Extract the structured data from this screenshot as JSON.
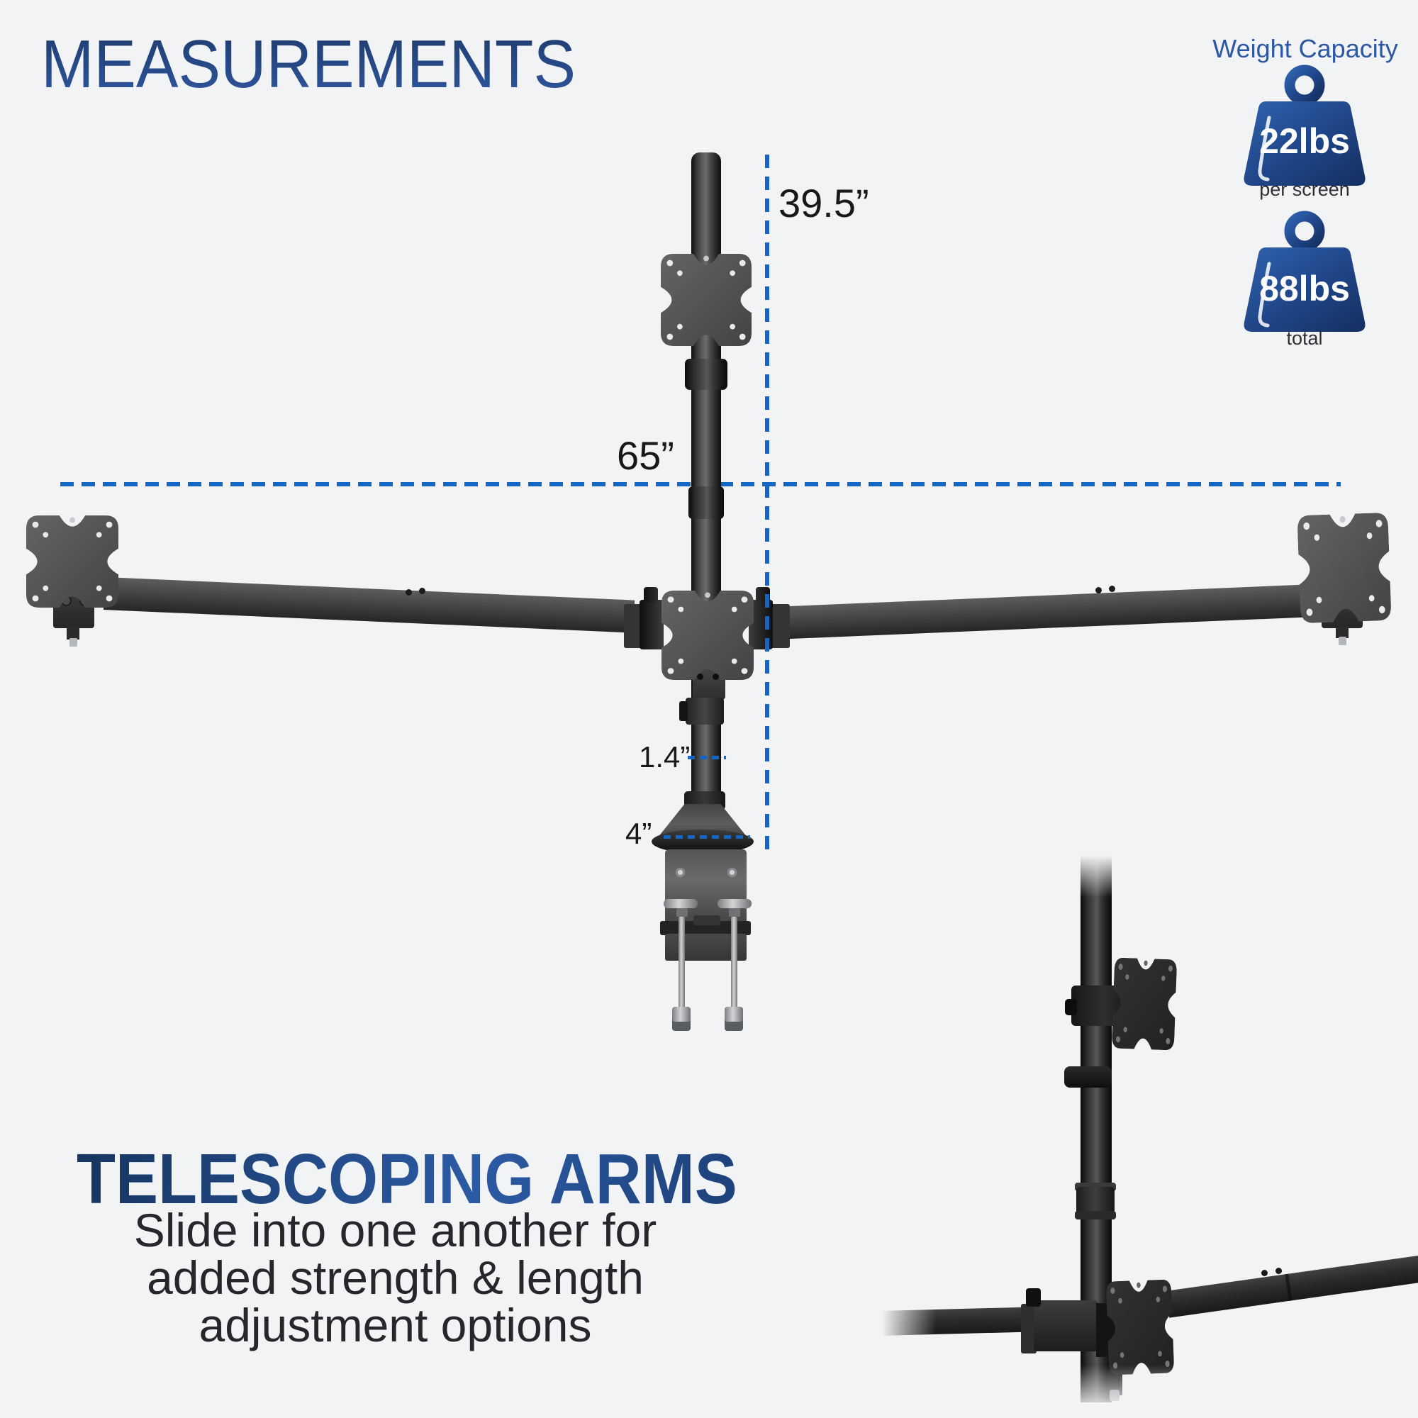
{
  "header": {
    "title": "MEASUREMENTS"
  },
  "weight_capacity": {
    "heading": "Weight Capacity",
    "items": [
      {
        "value": "22lbs",
        "label": "per screen"
      },
      {
        "value": "88lbs",
        "label": "total"
      }
    ]
  },
  "diagram": {
    "labels": {
      "pole_height": "39.5”",
      "total_width": "65”",
      "pole_diameter": "1.4”",
      "clamp_width": "4”"
    }
  },
  "telescoping": {
    "title": "TELESCOPING ARMS",
    "lines": [
      "Slide into one another for",
      "added strength & length",
      "adjustment options"
    ]
  },
  "colors": {
    "accent_blue": "#1565c5",
    "title_blue": "#24478a",
    "weight_icon_blue": "#2a5298",
    "label_dark": "#17181a"
  }
}
